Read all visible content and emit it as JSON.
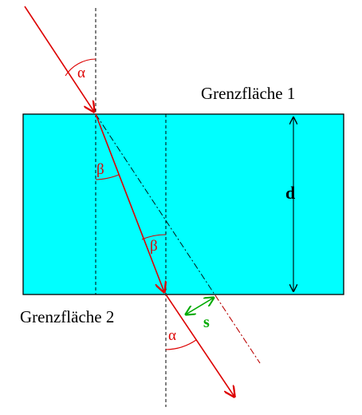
{
  "labels": {
    "interface_1": "Grenzfläche 1",
    "interface_2": "Grenzfläche 2",
    "thickness": "d",
    "offset": "s",
    "alpha": "α",
    "beta": "β"
  },
  "colors": {
    "slab_fill": "#00ffff",
    "ray": "#dd0000",
    "offset_marker": "#00aa00",
    "lines": "#000000"
  }
}
